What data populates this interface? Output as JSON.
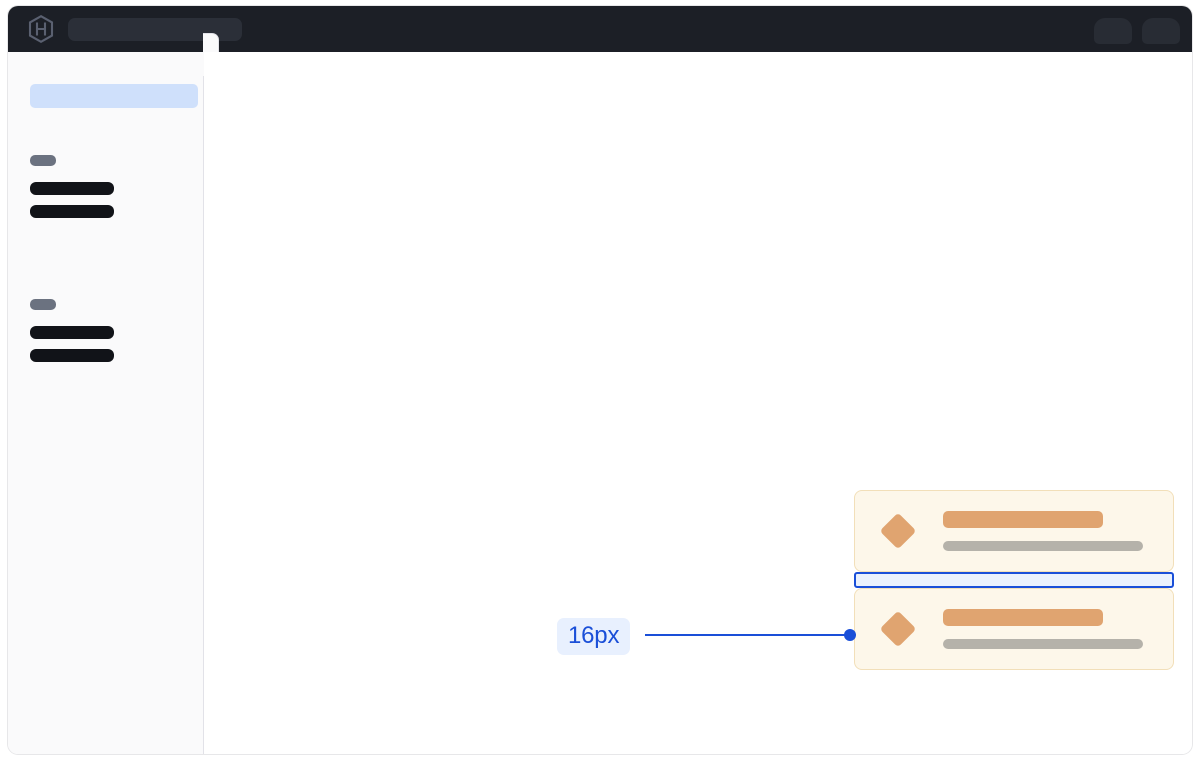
{
  "app": {
    "window_title": "",
    "theme_accent": "#1a4fd8",
    "topbar_bg": "#1c1f26",
    "sidebar_bg": "#fafafb",
    "canvas_bg": "#ffffff"
  },
  "topbar": {
    "logo_icon": "hexagon-h-logo-icon",
    "search": {
      "value": "",
      "placeholder": ""
    },
    "actions": [
      {
        "name": "topbar-action-a",
        "icon": "placeholder-pill-icon",
        "label": ""
      },
      {
        "name": "topbar-action-b",
        "icon": "avatar-placeholder-icon",
        "label": ""
      }
    ]
  },
  "sidebar": {
    "collapse_handle_icon": "sidebar-collapse-handle-icon",
    "active_item": {
      "label": "",
      "color": "#cfe0fb"
    },
    "groups": [
      {
        "label": "",
        "label_color": "#6b7280",
        "items": [
          {
            "label": "",
            "color": "#111318"
          },
          {
            "label": "",
            "color": "#111318"
          }
        ]
      },
      {
        "label": "",
        "label_color": "#6b7280",
        "items": [
          {
            "label": "",
            "color": "#111318"
          },
          {
            "label": "",
            "color": "#111318"
          }
        ]
      }
    ]
  },
  "inspector": {
    "measurement": {
      "value": "16px",
      "label_text_color": "#1a4fd8",
      "label_bg_color": "#e8f0fe",
      "line_color": "#1a4fd8",
      "highlight_fill": "#eaf1fd",
      "highlight_border": "#1a4fd8"
    },
    "cards": [
      {
        "icon": "diamond-warning-icon",
        "icon_color": "#e0a470",
        "title": "",
        "subtitle": "",
        "bg_color": "#fdf7ea",
        "border_color": "#f2dfb9"
      },
      {
        "icon": "diamond-warning-icon",
        "icon_color": "#e0a470",
        "title": "",
        "subtitle": "",
        "bg_color": "#fdf7ea",
        "border_color": "#f2dfb9"
      }
    ]
  }
}
